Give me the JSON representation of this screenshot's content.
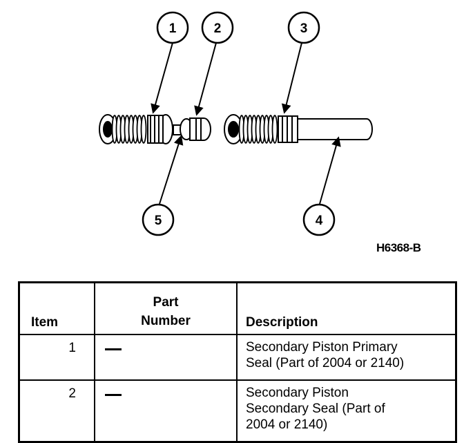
{
  "callouts": [
    "1",
    "2",
    "3",
    "4",
    "5"
  ],
  "figure_id": "H6368-B",
  "table": {
    "headers": {
      "item": "Item",
      "part_line1": "Part",
      "part_line2": "Number",
      "description": "Description"
    },
    "rows": [
      {
        "item": "1",
        "part_number": "—",
        "description_line1": "Secondary Piston Primary",
        "description_line2": "Seal (Part of 2004 or 2140)",
        "description_line3": ""
      },
      {
        "item": "2",
        "part_number": "—",
        "description_line1": "Secondary Piston",
        "description_line2": "Secondary Seal (Part of",
        "description_line3": "2004 or 2140)"
      }
    ]
  }
}
